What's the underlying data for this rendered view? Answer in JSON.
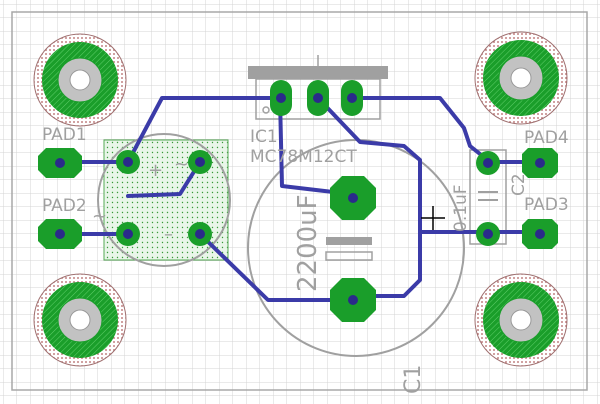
{
  "colors": {
    "background": "#ffffff",
    "grid": "#d4d4d4",
    "outline": "#a8a8a8",
    "copper": "#1a9e2a",
    "copper_light": "#2fb53c",
    "trace": "#3b3ba8",
    "silkscreen": "#a0a0a0",
    "drill": "#c2c2c2",
    "cursor": "#000000",
    "keepout": "#b06060"
  },
  "labels": {
    "pad1": "PAD1",
    "pad2": "PAD2",
    "pad4": "PAD4",
    "pad3": "PAD3",
    "ic1": "IC1",
    "ic1_value": "MC78M12CT",
    "c1": "C1",
    "c1_value": "2200uF",
    "c2": "C2",
    "c2_value": "0.1uF",
    "bridge_plus": "+",
    "bridge_minus": "–",
    "bridge_tilde_a": "~",
    "bridge_tilde_b": "~"
  }
}
